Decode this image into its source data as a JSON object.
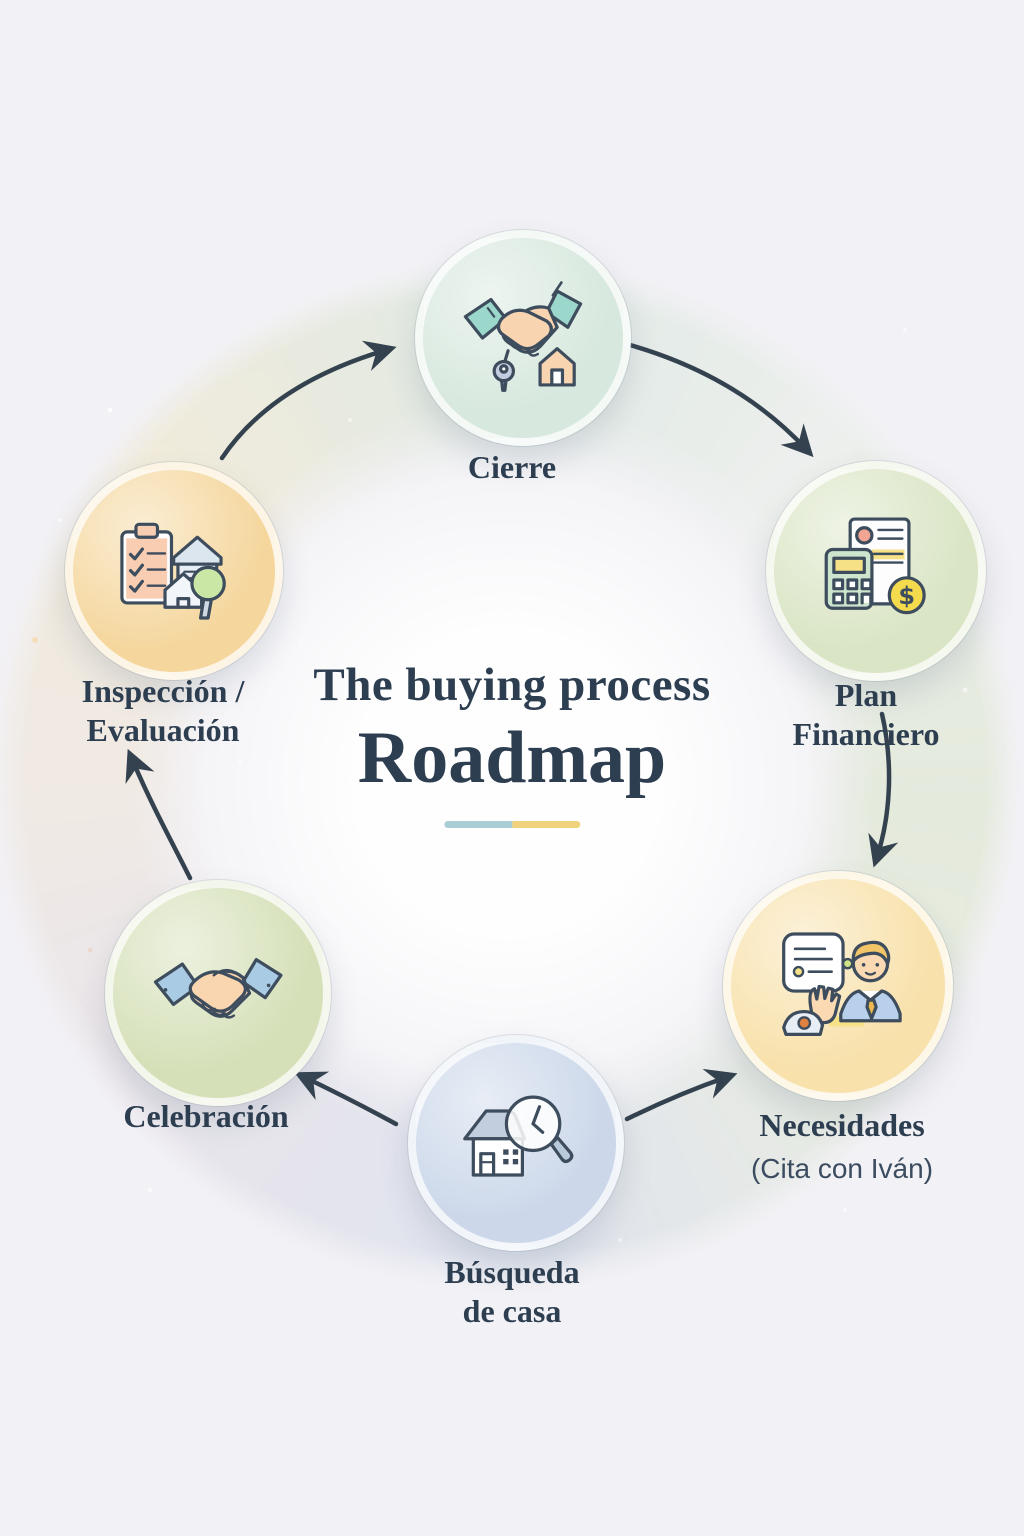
{
  "title": {
    "kicker": "The buying process",
    "main": "Roadmap"
  },
  "divider_colors": {
    "left": "#a9ced6",
    "right": "#f0d27c"
  },
  "text_color": "#2d3e51",
  "arrow_color": "#34424f",
  "steps": [
    {
      "name": "cierre",
      "lines": [
        "Cierre"
      ],
      "icon": "handshake-key-house-icon",
      "color": "#d7e8de"
    },
    {
      "name": "plan-financiero",
      "lines": [
        "Plan",
        "Financiero"
      ],
      "icon": "calculator-document-dollar-icon",
      "color": "#dae5c5"
    },
    {
      "name": "necesidades",
      "lines": [
        "Necesidades"
      ],
      "sublabel": "(Cita con Iván)",
      "icon": "advisor-consultation-icon",
      "color": "#f8e1ab"
    },
    {
      "name": "busqueda-de-casa",
      "lines": [
        "Búsqueda",
        "de casa"
      ],
      "icon": "house-magnifier-clock-icon",
      "color": "#ccd8ea"
    },
    {
      "name": "celebracion",
      "lines": [
        "Celebración"
      ],
      "icon": "handshake-icon",
      "color": "#d5e0b8"
    },
    {
      "name": "inspeccion-evaluacion",
      "lines": [
        "Inspección /",
        "Evaluación"
      ],
      "icon": "clipboard-house-magnifier-icon",
      "color": "#f5d79e"
    }
  ],
  "flow": [
    {
      "from": "inspeccion-evaluacion",
      "to": "cierre"
    },
    {
      "from": "cierre",
      "to": "plan-financiero"
    },
    {
      "from": "plan-financiero",
      "to": "necesidades"
    },
    {
      "from": "busqueda-de-casa",
      "to": "necesidades"
    },
    {
      "from": "busqueda-de-casa",
      "to": "celebracion"
    },
    {
      "from": "celebracion",
      "to": "inspeccion-evaluacion"
    }
  ]
}
